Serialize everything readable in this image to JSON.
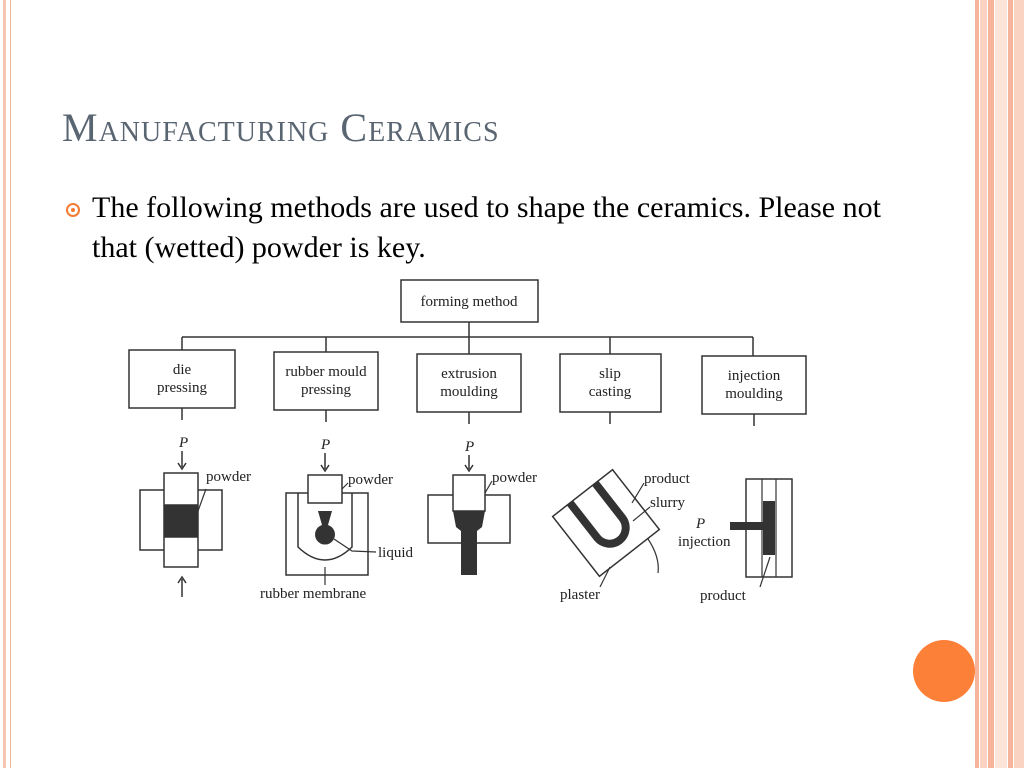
{
  "slide": {
    "title": "Manufacturing Ceramics",
    "bullet_text": "The following methods are used to shape the ceramics.  Please not that  (wetted) powder is key."
  },
  "diagram": {
    "root": "forming method",
    "methods": [
      {
        "line1": "die",
        "line2": "pressing"
      },
      {
        "line1": "rubber mould",
        "line2": "pressing"
      },
      {
        "line1": "extrusion",
        "line2": "moulding"
      },
      {
        "line1": "slip",
        "line2": "casting"
      },
      {
        "line1": "injection",
        "line2": "moulding"
      }
    ],
    "labels": {
      "p": "P",
      "powder": "powder",
      "liquid": "liquid",
      "rubber_membrane": "rubber membrane",
      "product": "product",
      "slurry": "slurry",
      "plaster": "plaster",
      "injection": "injection"
    }
  },
  "colors": {
    "accent": "#fd8039",
    "title": "#5a6572",
    "frame": "#f7c6b3"
  }
}
